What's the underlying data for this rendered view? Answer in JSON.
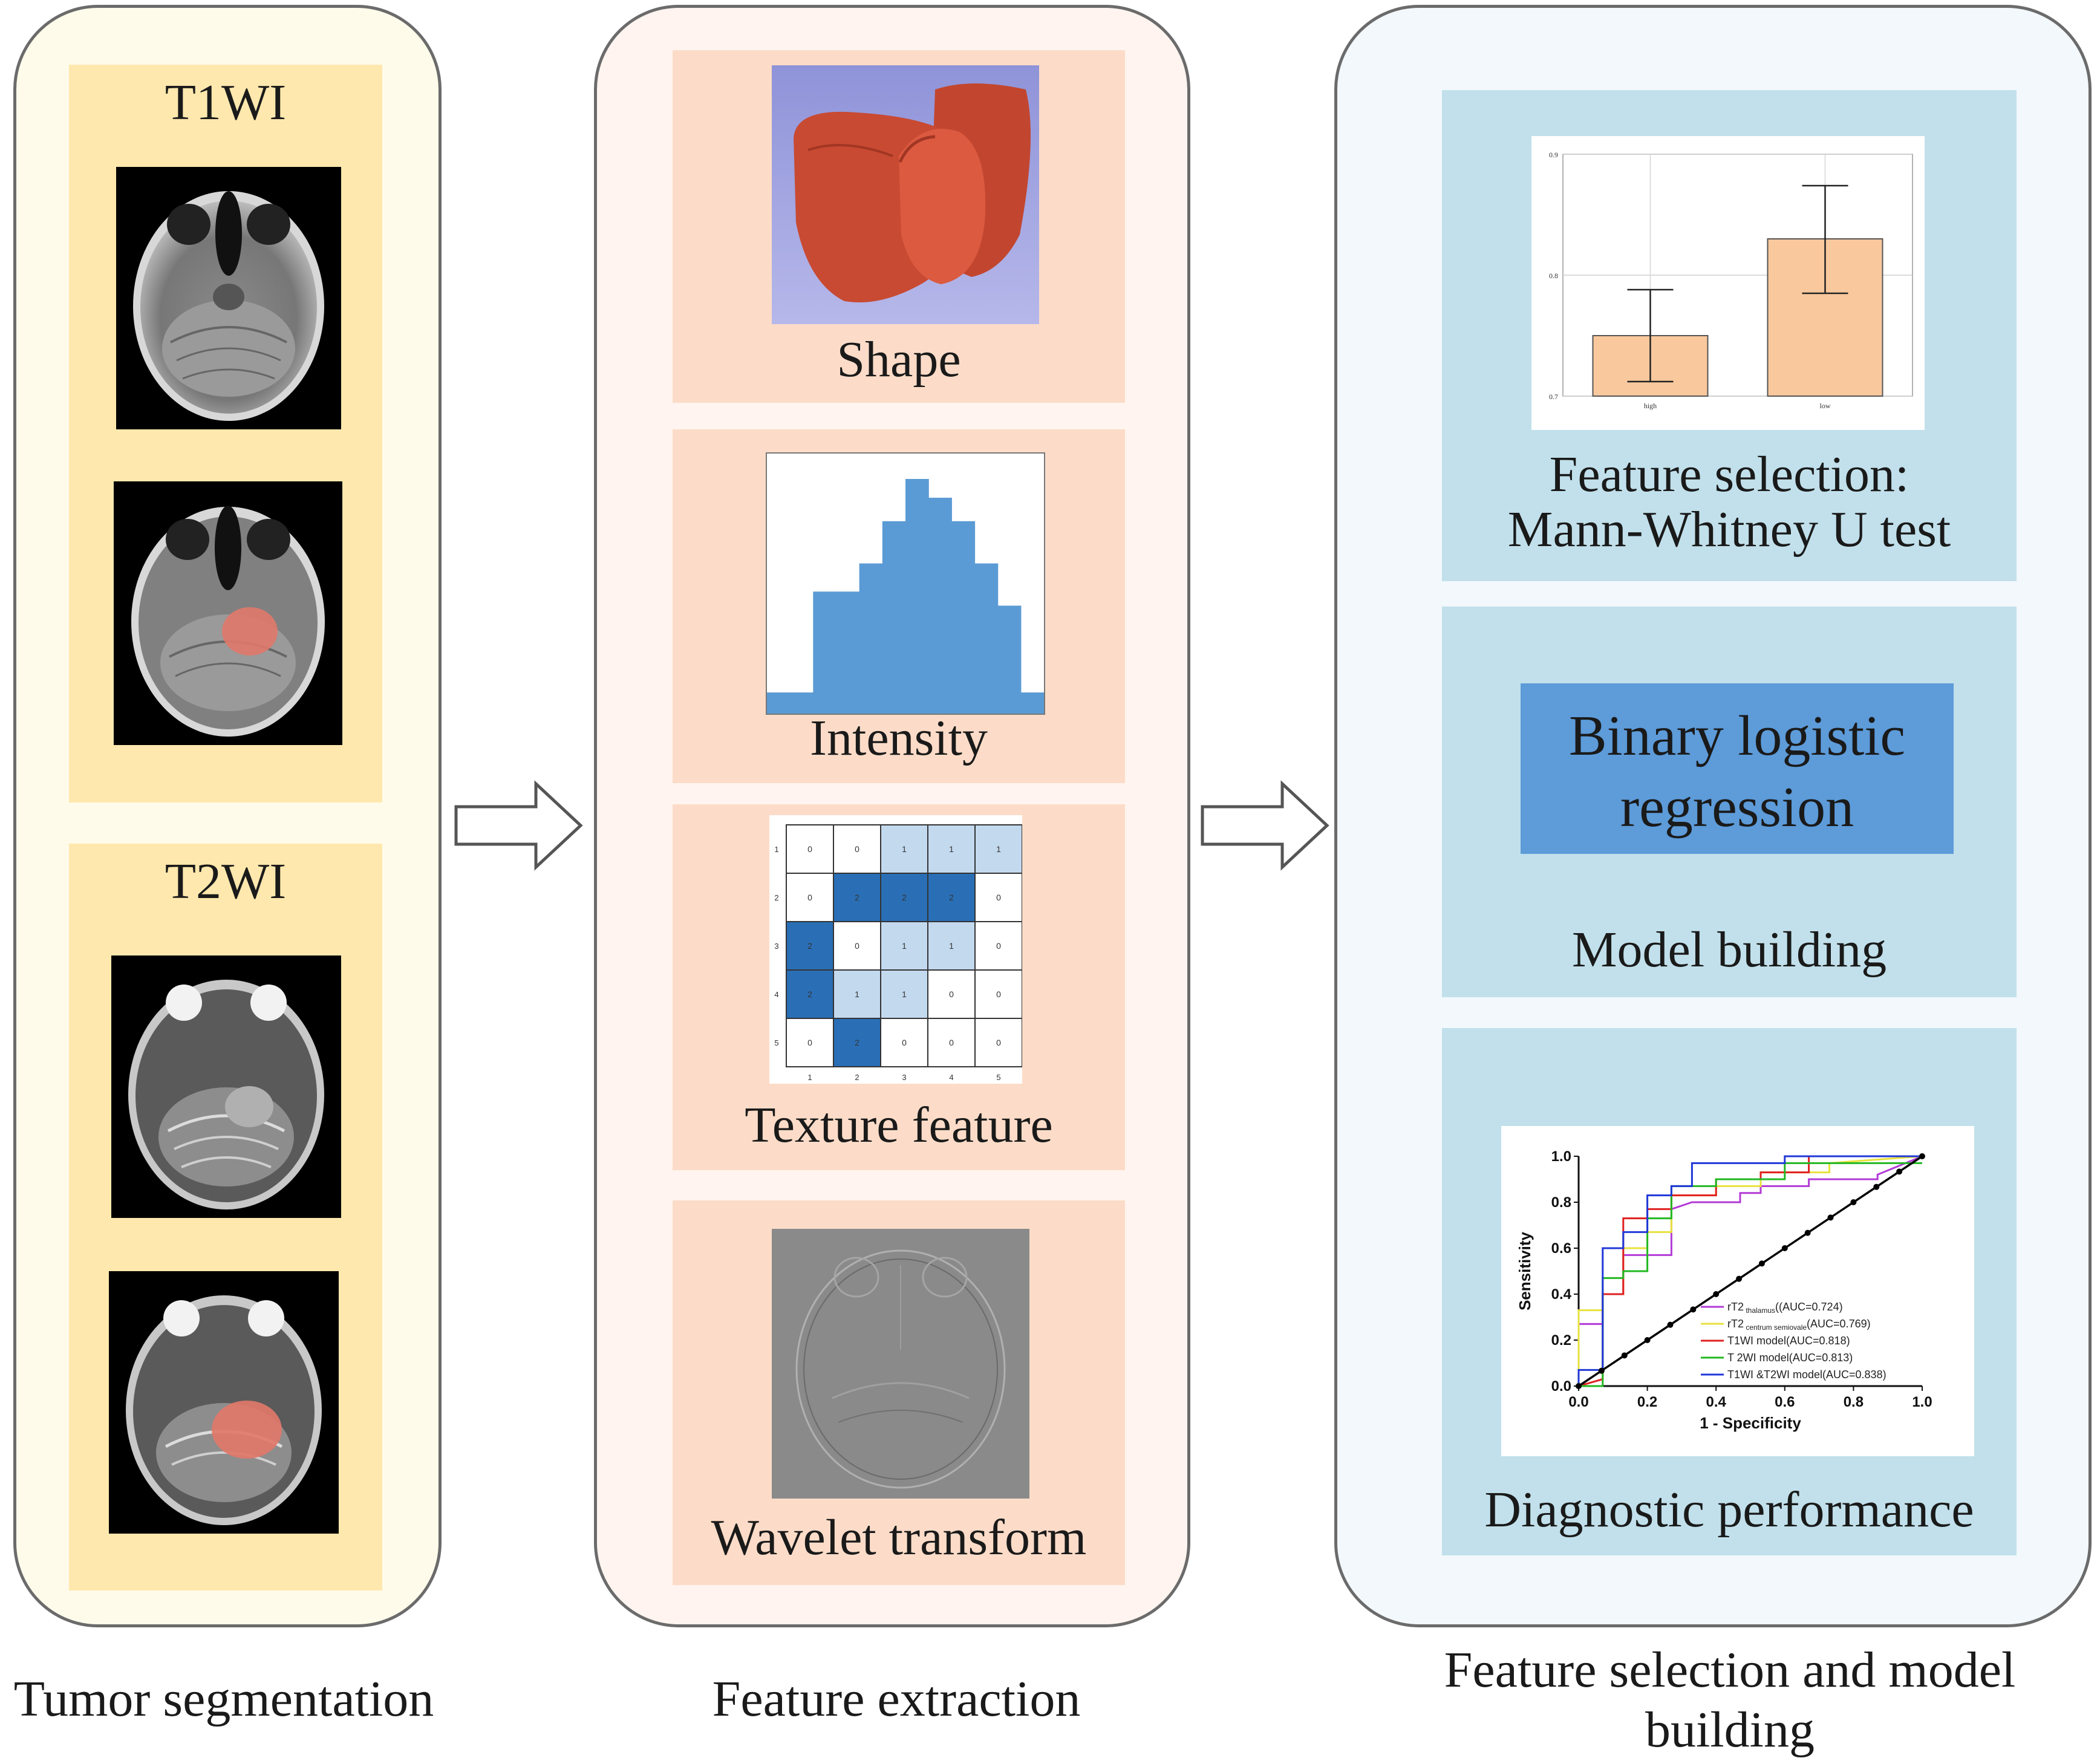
{
  "columns": [
    {
      "caption": "Tumor segmentation"
    },
    {
      "caption": "Feature extraction"
    },
    {
      "caption": "Feature selection and model building"
    }
  ],
  "segmentation": {
    "t1_label": "T1WI",
    "t2_label": "T2WI"
  },
  "extraction": {
    "shape_label": "Shape",
    "intensity_label": "Intensity",
    "texture_label": "Texture feature",
    "wavelet_label": "Wavelet transform",
    "histogram_fraction": [
      0.09,
      0.09,
      0.52,
      0.52,
      0.64,
      0.82,
      1.0,
      0.92,
      0.82,
      0.64,
      0.46,
      0.09
    ],
    "glcm": {
      "row_labels": [
        "1",
        "2",
        "3",
        "4",
        "5"
      ],
      "col_labels": [
        "1",
        "2",
        "3",
        "4",
        "5"
      ],
      "cells": [
        [
          "0",
          "0",
          "1",
          "1",
          "1"
        ],
        [
          "0",
          "2",
          "2",
          "2",
          "0"
        ],
        [
          "2",
          "0",
          "1",
          "1",
          "0"
        ],
        [
          "2",
          "1",
          "1",
          "0",
          "0"
        ],
        [
          "0",
          "2",
          "0",
          "0",
          "0"
        ]
      ]
    }
  },
  "selection": {
    "mw_title": "Feature selection: Mann-Whitney U test",
    "model_box": "Binary logistic regression",
    "model_label": "Model building",
    "diag_label": "Diagnostic performance"
  },
  "chart_data": [
    {
      "type": "bar",
      "categories": [
        "high",
        "low"
      ],
      "values": [
        0.75,
        0.83
      ],
      "error_low": [
        0.712,
        0.785
      ],
      "error_high": [
        0.788,
        0.874
      ],
      "ylim": [
        0.7,
        0.9
      ],
      "yticks": [
        "0.7",
        "0.8",
        "0.9"
      ],
      "grid": true,
      "bar_color": "#f9c89d"
    },
    {
      "type": "line",
      "xlabel": "1 - Specificity",
      "ylabel": "Sensitivity",
      "xlim": [
        0,
        1
      ],
      "ylim": [
        0,
        1
      ],
      "xticks": [
        "0.0",
        "0.2",
        "0.4",
        "0.6",
        "0.8",
        "1.0"
      ],
      "yticks": [
        "0.0",
        "0.2",
        "0.4",
        "0.6",
        "0.8",
        "1.0"
      ],
      "legend_position": "bottom-right",
      "series": [
        {
          "name_main": "rT2",
          "name_sub": "thalamus",
          "name_rest": "((AUC=0.724)",
          "color": "#b23ad6",
          "x": [
            0,
            0,
            0.07,
            0.07,
            0.13,
            0.13,
            0.27,
            0.27,
            0.33,
            0.47,
            0.47,
            0.53,
            0.53,
            0.67,
            0.67,
            0.87,
            0.87,
            1
          ],
          "y": [
            0,
            0.27,
            0.27,
            0.4,
            0.4,
            0.57,
            0.57,
            0.77,
            0.8,
            0.8,
            0.84,
            0.84,
            0.87,
            0.87,
            0.9,
            0.9,
            0.92,
            1
          ]
        },
        {
          "name_main": "rT2",
          "name_sub": "centrum semiovale",
          "name_rest": "(AUC=0.769)",
          "color": "#e8e23c",
          "x": [
            0,
            0,
            0.07,
            0.07,
            0.13,
            0.13,
            0.2,
            0.2,
            0.27,
            0.27,
            0.4,
            0.4,
            0.53,
            0.53,
            0.73,
            0.73,
            1
          ],
          "y": [
            0,
            0.33,
            0.33,
            0.4,
            0.4,
            0.6,
            0.6,
            0.67,
            0.67,
            0.83,
            0.83,
            0.87,
            0.87,
            0.93,
            0.93,
            0.97,
            1
          ]
        },
        {
          "name_main": "T1WI model(AUC=0.818)",
          "name_sub": "",
          "name_rest": "",
          "color": "#e02020",
          "x": [
            0,
            0.07,
            0.07,
            0.13,
            0.13,
            0.2,
            0.2,
            0.27,
            0.27,
            0.4,
            0.4,
            0.53,
            0.53,
            0.67,
            0.67,
            1
          ],
          "y": [
            0,
            0.03,
            0.4,
            0.4,
            0.73,
            0.73,
            0.77,
            0.77,
            0.83,
            0.83,
            0.9,
            0.9,
            0.93,
            0.93,
            1,
            1
          ]
        },
        {
          "name_main": "T 2WI model(AUC=0.813)",
          "name_sub": "",
          "name_rest": "",
          "color": "#22b822",
          "x": [
            0,
            0.07,
            0.07,
            0.13,
            0.13,
            0.2,
            0.2,
            0.27,
            0.27,
            0.4,
            0.4,
            0.6,
            0.6,
            1
          ],
          "y": [
            0,
            0,
            0.47,
            0.47,
            0.5,
            0.5,
            0.73,
            0.73,
            0.87,
            0.87,
            0.9,
            0.9,
            0.97,
            0.97
          ]
        },
        {
          "name_main": "T1WI &T2WI model(AUC=0.838)",
          "name_sub": "",
          "name_rest": "",
          "color": "#2038d8",
          "x": [
            0,
            0,
            0.07,
            0.07,
            0.13,
            0.13,
            0.2,
            0.2,
            0.27,
            0.27,
            0.33,
            0.33,
            0.6,
            0.6,
            1
          ],
          "y": [
            0,
            0.07,
            0.07,
            0.6,
            0.6,
            0.67,
            0.67,
            0.83,
            0.83,
            0.87,
            0.87,
            0.97,
            0.97,
            1,
            1
          ]
        },
        {
          "name_main": "",
          "name_sub": "",
          "name_rest": "",
          "color": "#000000",
          "reference": true,
          "x": [
            0,
            1
          ],
          "y": [
            0,
            1
          ]
        }
      ]
    }
  ],
  "colors": {
    "col1_bg": "#fffbea",
    "col1_box": "#ffe8ae",
    "col2_bg": "#fff4ef",
    "col2_box": "#fcdcc8",
    "col3_bg": "#f2f8fc",
    "col3_box": "#c1e0eb",
    "model_box": "#5d9bd9",
    "histogram": "#5b9bd5"
  }
}
